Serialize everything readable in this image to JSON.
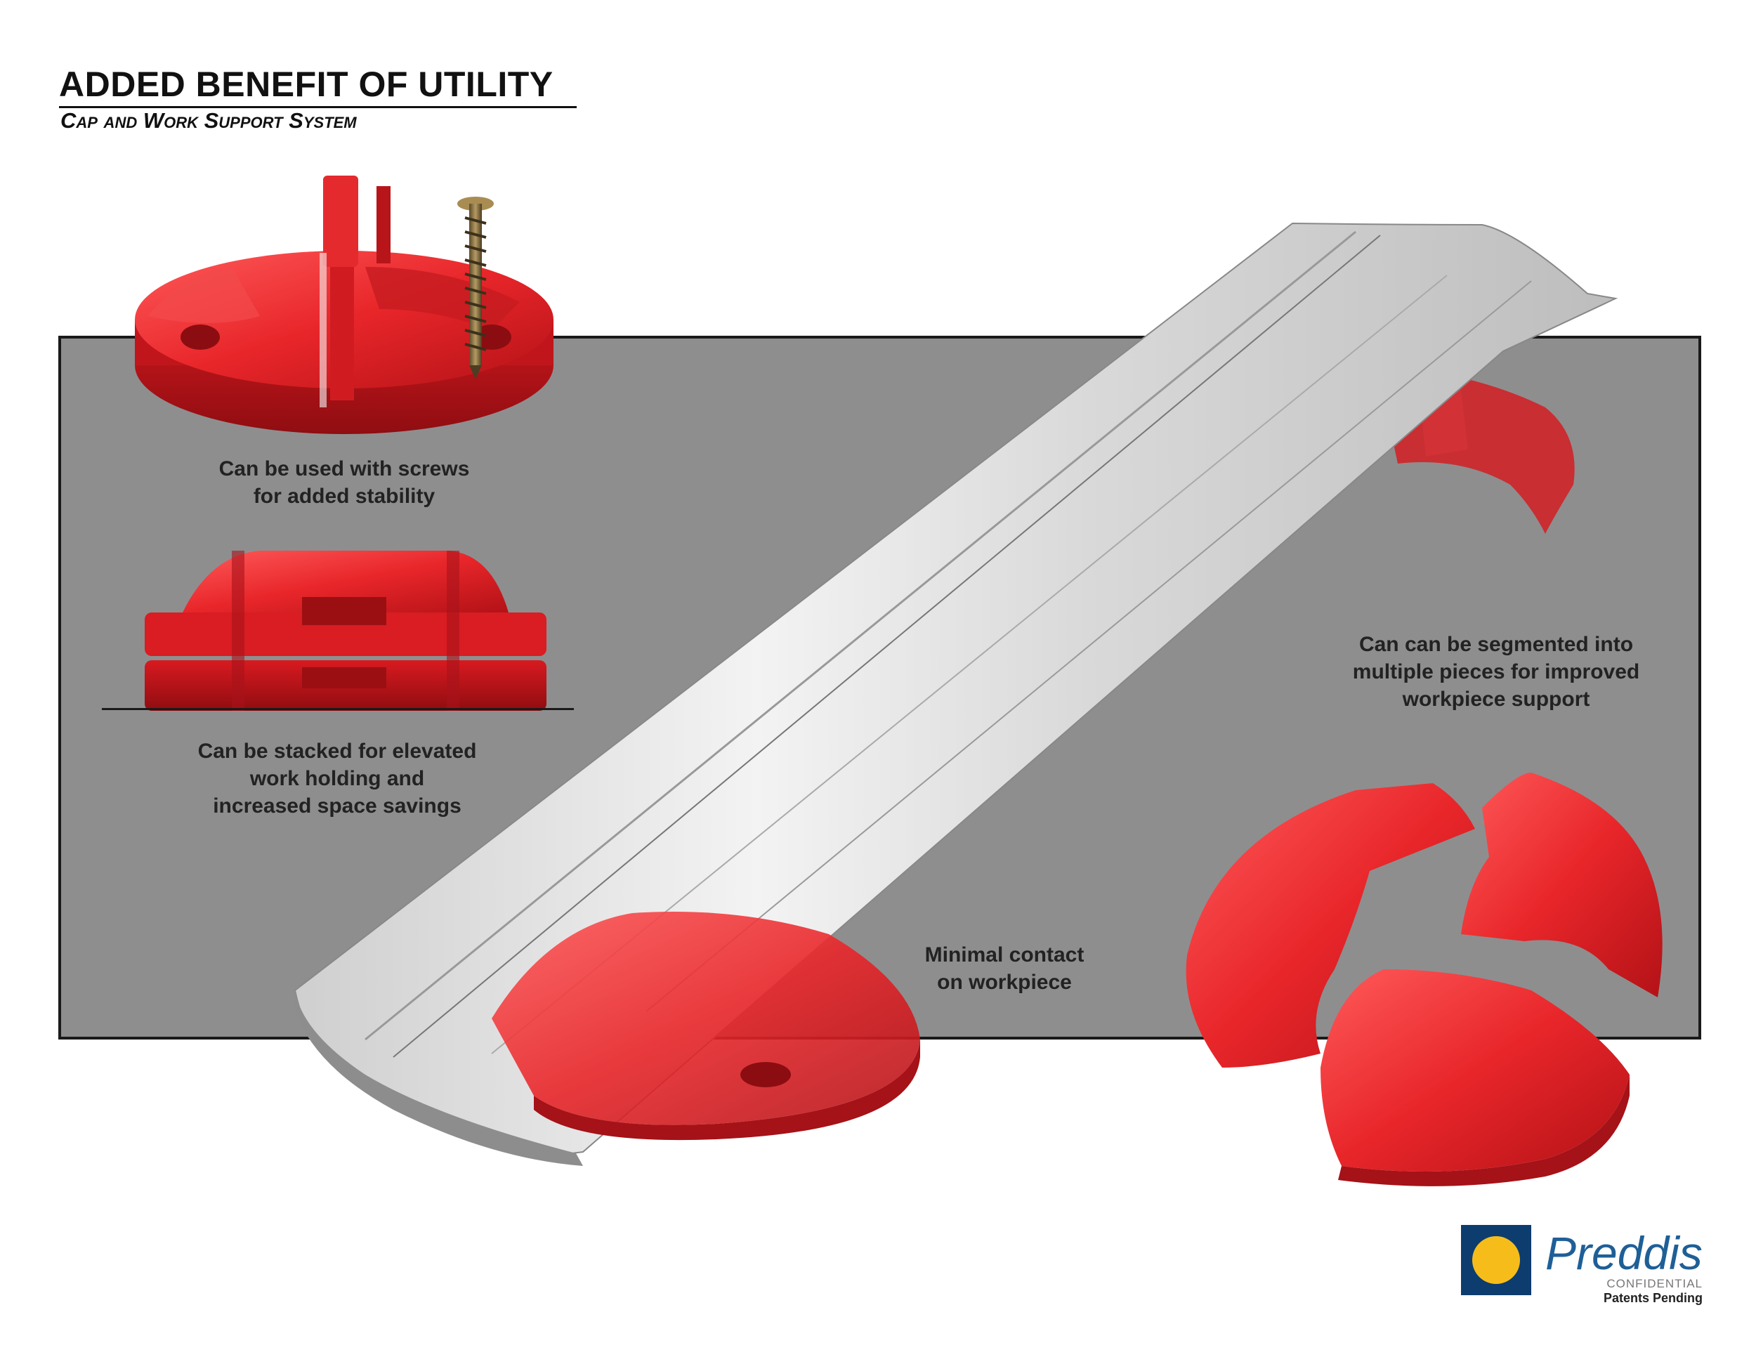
{
  "header": {
    "title": "ADDED BENEFIT OF UTILITY",
    "subtitle": "Cap and Work Support System"
  },
  "captions": {
    "screws": "Can be used with screws\nfor added stability",
    "stacked": "Can be stacked for elevated\nwork holding and\nincreased space savings",
    "segmented": "Can can be segmented into\nmultiple pieces for improved\nworkpiece support",
    "contact": "Minimal contact\non workpiece"
  },
  "logo": {
    "name": "Preddis",
    "confidential": "CONFIDENTIAL",
    "patent": "Patents Pending"
  },
  "colors": {
    "cap_red": "#e8262a",
    "panel_gray": "#8e8e8f",
    "logo_blue": "#0d3c6e",
    "logo_yellow": "#f6bd1a",
    "logo_text": "#1f5f97"
  }
}
